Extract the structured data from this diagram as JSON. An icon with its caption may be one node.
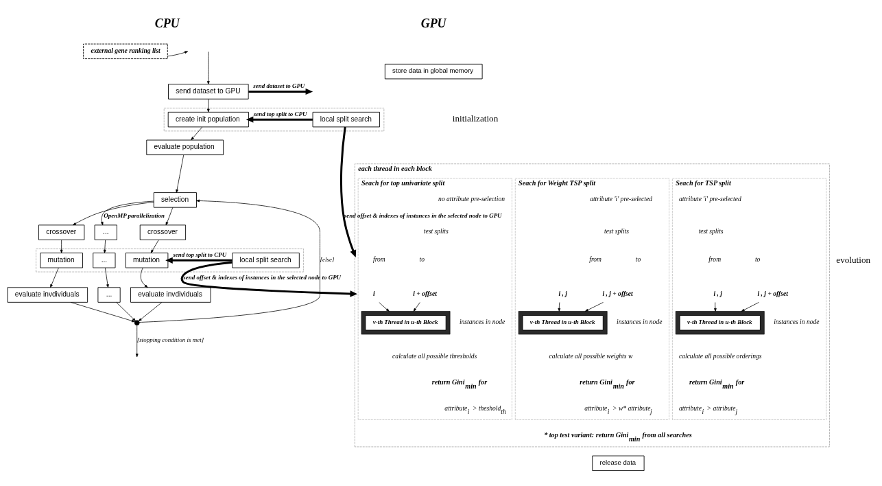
{
  "diagram": {
    "nodes": [
      {
        "text": [
          "external gene ranking list"
        ]
      },
      {
        "text": [
          "send dataset to GPU"
        ]
      },
      {
        "text": [],
        "shape": "box"
      },
      {
        "text": [
          "create init population"
        ],
        "in": 2
      },
      {
        "text": [
          "local split search"
        ],
        "in": 2
      },
      {
        "text": [
          "evaluate population"
        ]
      },
      {
        "text": [
          "selection"
        ]
      },
      {
        "text": [
          "crossover"
        ]
      },
      {
        "text": [
          "..."
        ]
      },
      {
        "text": [
          "crossover"
        ]
      },
      {
        "text": [],
        "shape": "box"
      },
      {
        "text": [
          "mutation"
        ],
        "in": 10
      },
      {
        "text": [
          "..."
        ],
        "in": 10
      },
      {
        "text": [
          "mutation"
        ],
        "in": 10
      },
      {
        "text": [
          "local split search"
        ],
        "in": 10
      },
      {
        "text": [
          "evaluate invdividuals"
        ]
      },
      {
        "text": [
          "..."
        ]
      },
      {
        "text": [
          "evaluate invdividuals"
        ]
      },
      {
        "text": [],
        "shape": "circle"
      },
      {
        "text": [
          "store data in global memory"
        ]
      },
      {
        "text": [
          "each thread in each block"
        ]
      },
      {
        "text": [
          "Seach for top univariate split"
        ],
        "in": 20
      },
      {
        "text": [
          "i"
        ],
        "in": 21
      },
      {
        "text": [
          "i + offset"
        ],
        "in": 21
      },
      {
        "text": [],
        "shape": "box",
        "in": 21,
        "beside": [
          "instances in node"
        ]
      },
      {
        "text": [
          "v-th Thread in u-th Block"
        ],
        "in": 24
      },
      {
        "text": [
          "Seach for TSP split"
        ],
        "in": 20
      },
      {
        "text": [
          "i , j"
        ],
        "in": 26
      },
      {
        "text": [
          "i , j + offset"
        ],
        "in": 26
      },
      {
        "text": [],
        "shape": "box",
        "in": 26,
        "beside": [
          "instances in node"
        ]
      },
      {
        "text": [
          "v-th Thread in u-th Block"
        ],
        "in": 29
      },
      {
        "text": [
          "Seach for Weight TSP split"
        ],
        "in": 20
      },
      {
        "text": [
          "i , j"
        ],
        "in": 31
      },
      {
        "text": [
          "i , j + offset"
        ],
        "in": 31
      },
      {
        "text": [],
        "shape": "box",
        "in": 31,
        "beside": [
          "instances in node"
        ]
      },
      {
        "text": [
          "v-th Thread in u-th Block"
        ],
        "in": 34
      },
      {
        "text": [
          "release data"
        ]
      }
    ],
    "edges": [
      {
        "from": 0,
        "to": null,
        "arrow": "to"
      },
      {
        "from": 1,
        "to": null,
        "arrow": "to",
        "label": "send dataset to GPU",
        "style": "thick"
      },
      {
        "from": null,
        "to": 1,
        "arrow": "to"
      },
      {
        "from": 1,
        "to": 3,
        "arrow": "to"
      },
      {
        "from": 4,
        "to": 3,
        "arrow": "to",
        "label": "send top split to CPU",
        "style": "thick"
      },
      {
        "from": 4,
        "to": 20,
        "arrow": "to",
        "label": "send offset & indexes of instances in the selected node to GPU",
        "style": "thick"
      },
      {
        "from": 3,
        "to": 5,
        "arrow": "to"
      },
      {
        "from": 5,
        "to": 6,
        "arrow": "to"
      },
      {
        "from": 6,
        "to": 7,
        "arrow": "to"
      },
      {
        "from": 6,
        "to": 8,
        "arrow": "to",
        "label": "OpenMP parallelization"
      },
      {
        "from": 6,
        "to": 9,
        "arrow": "to"
      },
      {
        "from": 7,
        "to": 11,
        "arrow": "to"
      },
      {
        "from": 8,
        "to": 12,
        "arrow": "to"
      },
      {
        "from": 9,
        "to": 13,
        "arrow": "to"
      },
      {
        "from": 14,
        "to": 13,
        "arrow": "to",
        "label": "send top split to CPU",
        "style": "thick"
      },
      {
        "from": 14,
        "to": 20,
        "arrow": "to",
        "label": "send offset & indexes of instances in the selected node to GPU",
        "style": "thick"
      },
      {
        "from": 11,
        "to": 15,
        "arrow": "to"
      },
      {
        "from": 12,
        "to": 16,
        "arrow": "to"
      },
      {
        "from": 13,
        "to": 17,
        "arrow": "to"
      },
      {
        "from": 15,
        "to": 18,
        "arrow": "to"
      },
      {
        "from": 16,
        "to": 18,
        "arrow": "to"
      },
      {
        "from": 17,
        "to": 18,
        "arrow": "to"
      },
      {
        "from": 18,
        "to": 6,
        "arrow": "to",
        "label": "[else]"
      },
      {
        "from": 18,
        "to": null,
        "arrow": "to",
        "label": "[stopping condition is met]"
      },
      {
        "from": 22,
        "to": 24,
        "arrow": "to"
      },
      {
        "from": 23,
        "to": 24,
        "arrow": "to"
      },
      {
        "from": 27,
        "to": 29,
        "arrow": "to"
      },
      {
        "from": 28,
        "to": 29,
        "arrow": "to"
      },
      {
        "from": 32,
        "to": 34,
        "arrow": "to"
      },
      {
        "from": 33,
        "to": 34,
        "arrow": "to"
      }
    ],
    "labels": [
      "CPU",
      "GPU",
      "initialization",
      "evolution",
      "no attribute pre-selection",
      "test splits",
      "from",
      "to",
      "calculate all possible thresholds",
      "return Gini$_{min}$ for",
      "attribute$_{i}$ > theshold$_{th}$",
      "attribute 'i' pre-selected",
      "test splits",
      "from",
      "to",
      "calculate all possible orderings",
      "return Gini$_{min}$ for",
      "attribute$_{i}$ > attribute$_{j}$",
      "attribute 'i' pre-selected",
      "test splits",
      "from",
      "to",
      "calculate all possible weights w",
      "return Gini$_{min}$ for",
      "attribute$_{i}$ > w* attribute$_{j}$",
      "* top test variant: return Gini$_{min}$ from all searches"
    ]
  }
}
